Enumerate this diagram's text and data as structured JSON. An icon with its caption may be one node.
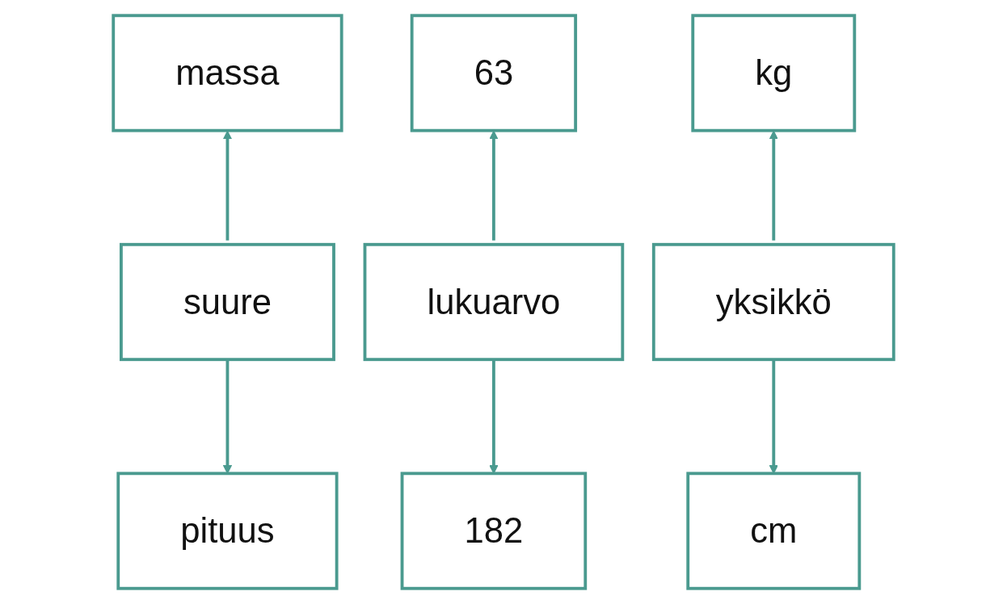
{
  "diagram": {
    "nodes": [
      {
        "text": [
          "massa"
        ]
      },
      {
        "text": [
          "63"
        ]
      },
      {
        "text": [
          "kg"
        ]
      },
      {
        "text": [
          "suure"
        ]
      },
      {
        "text": [
          "lukuarvo"
        ]
      },
      {
        "text": [
          "yksikkö"
        ]
      },
      {
        "text": [
          "pituus"
        ]
      },
      {
        "text": [
          "182"
        ]
      },
      {
        "text": [
          "cm"
        ]
      }
    ],
    "edges": [
      {
        "from": 3,
        "to": 0,
        "arrow": "to"
      },
      {
        "from": 4,
        "to": 1,
        "arrow": "to"
      },
      {
        "from": 5,
        "to": 2,
        "arrow": "to"
      },
      {
        "from": 3,
        "to": 6,
        "arrow": "to"
      },
      {
        "from": 4,
        "to": 7,
        "arrow": "to"
      },
      {
        "from": 5,
        "to": 8,
        "arrow": "to"
      }
    ]
  }
}
